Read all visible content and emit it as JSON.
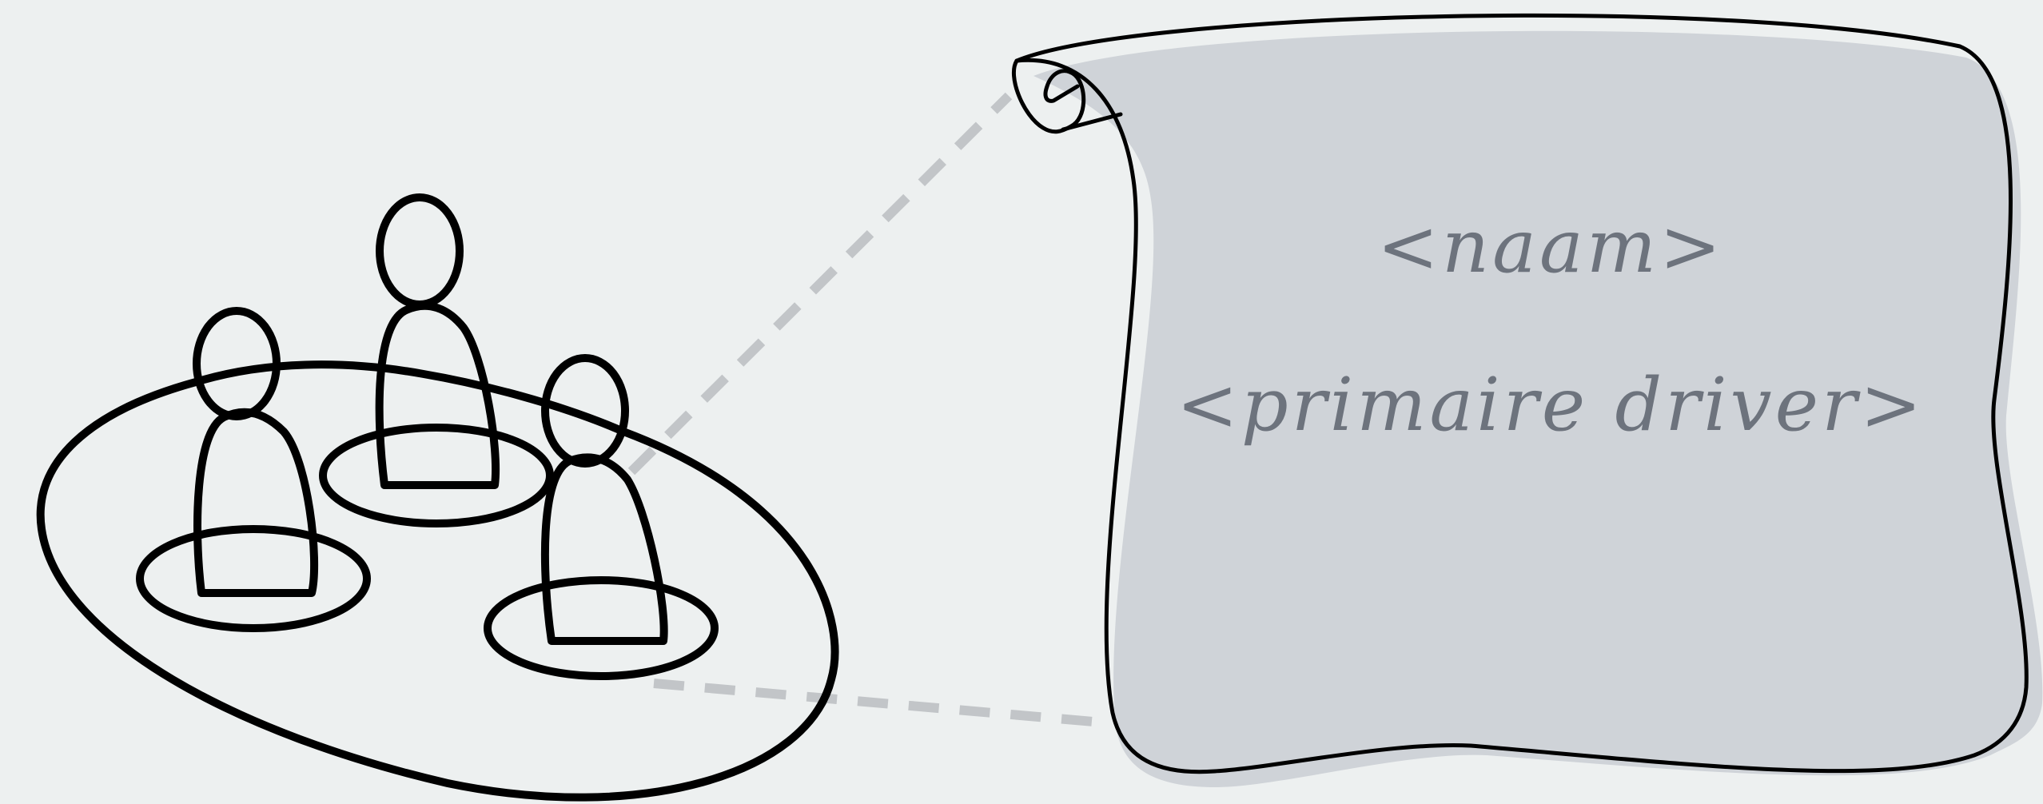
{
  "diagram": {
    "scroll": {
      "name_placeholder": "<naam>",
      "driver_placeholder": "<primaire driver>"
    },
    "group": {
      "person_count": 3
    },
    "colors": {
      "background": "#edf0f0",
      "ink": "#000000",
      "label_text": "#6d737d",
      "connector": "#c2c5c8",
      "shadow": "#cfd3d8",
      "fill": "#ffffff"
    },
    "icons": [
      "group-of-people-icon",
      "scroll-icon"
    ]
  }
}
